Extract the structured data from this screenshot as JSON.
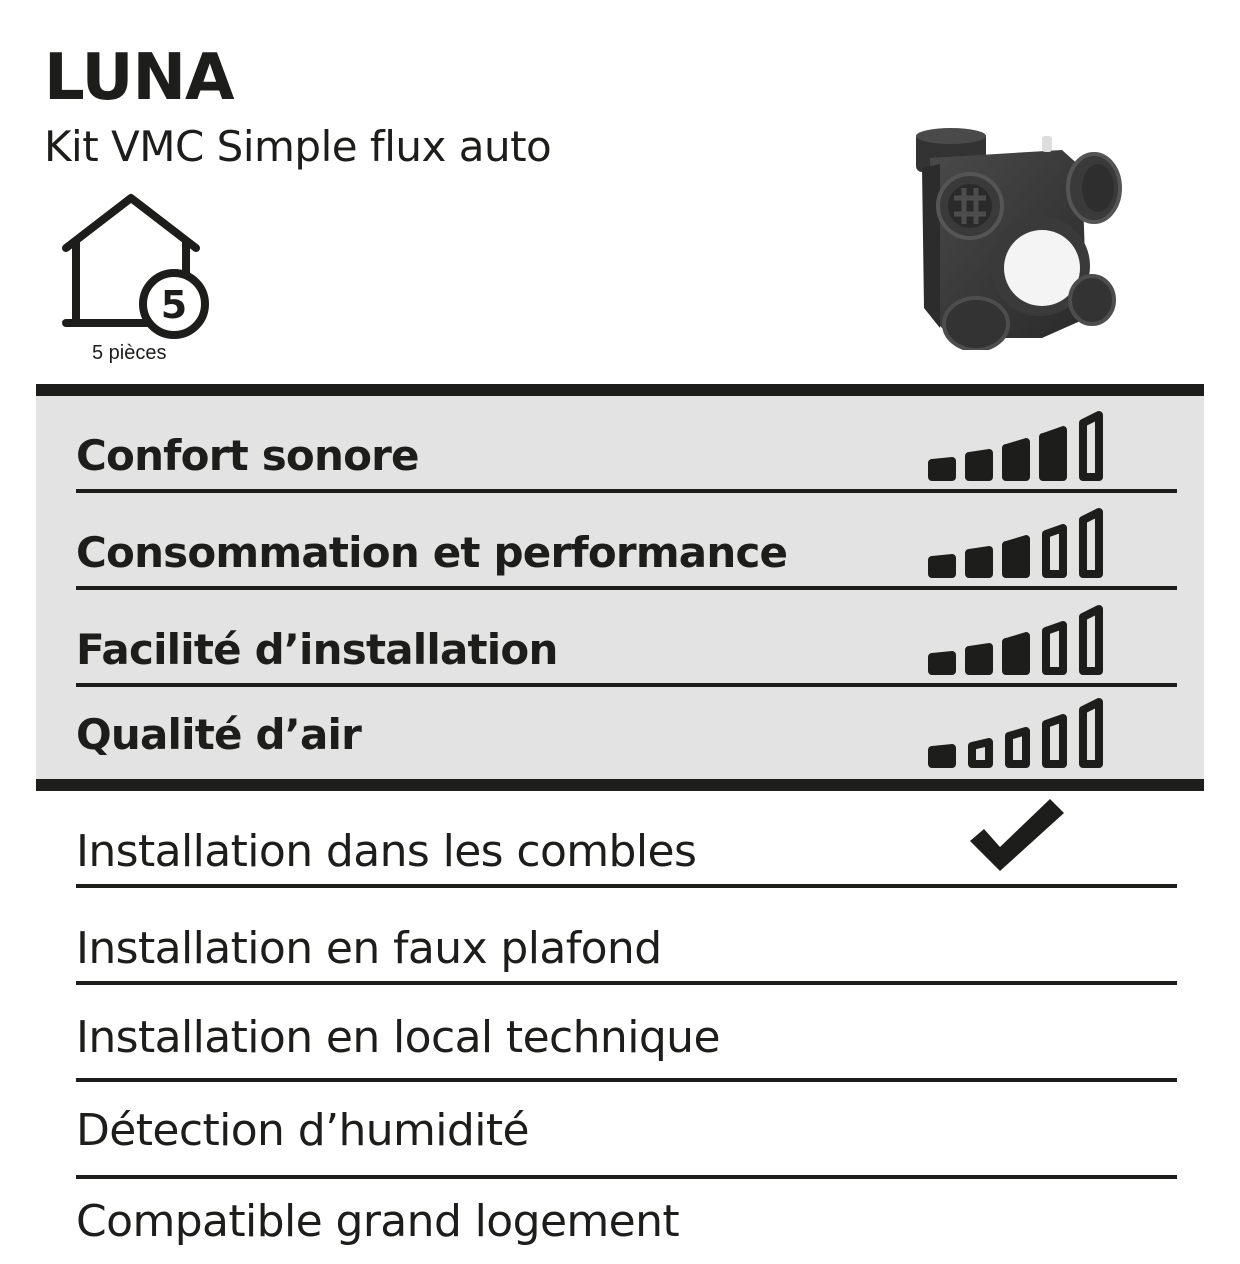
{
  "header": {
    "title": "LUNA",
    "subtitle": "Kit VMC Simple flux auto"
  },
  "rooms": {
    "icon": "house-icon",
    "count": "5",
    "label": "5 pièces"
  },
  "product_image": {
    "icon": "vmc-unit-image",
    "alt": "Caisson VMC simple flux"
  },
  "colors": {
    "ink": "#1d1d1b",
    "band": "#e3e3e3",
    "background": "#ffffff"
  },
  "ratings": [
    {
      "label": "Confort sonore",
      "score": 4,
      "max": 5
    },
    {
      "label": "Consommation et performance",
      "score": 3,
      "max": 5
    },
    {
      "label": "Facilité d’installation",
      "score": 3,
      "max": 5
    },
    {
      "label": "Qualité d’air",
      "score": 1,
      "max": 5
    }
  ],
  "features": [
    {
      "label": "Installation dans les combles",
      "checked": true
    },
    {
      "label": "Installation en faux plafond",
      "checked": false
    },
    {
      "label": "Installation en local technique",
      "checked": false
    },
    {
      "label": "Détection d’humidité",
      "checked": false
    },
    {
      "label": "Compatible grand logement",
      "checked": false
    }
  ]
}
